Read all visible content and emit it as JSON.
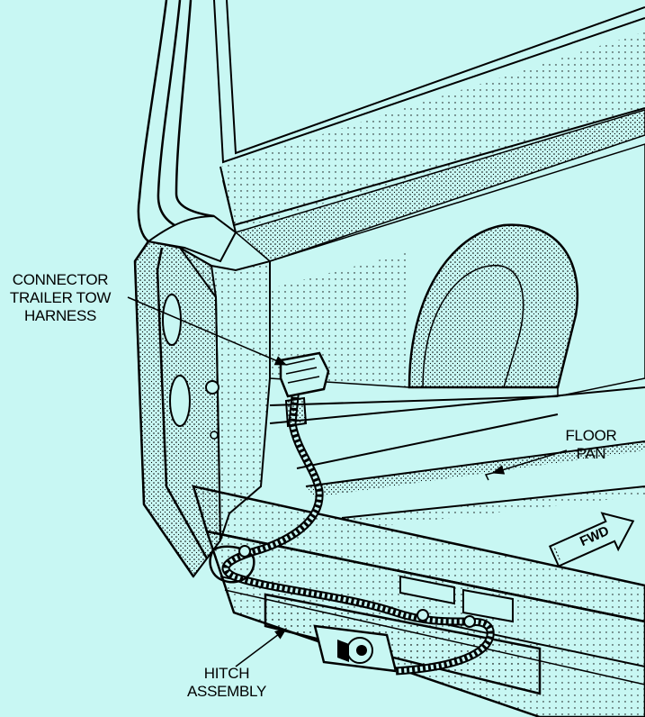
{
  "labels": {
    "connector": [
      "CONNECTOR",
      "TRAILER TOW",
      "HARNESS"
    ],
    "floor_pan": [
      "FLOOR",
      "PAN"
    ],
    "hitch": [
      "HITCH",
      "ASSEMBLY"
    ],
    "fwd": "FWD"
  },
  "colors": {
    "background": "#c8f7f3",
    "line": "#000000"
  }
}
